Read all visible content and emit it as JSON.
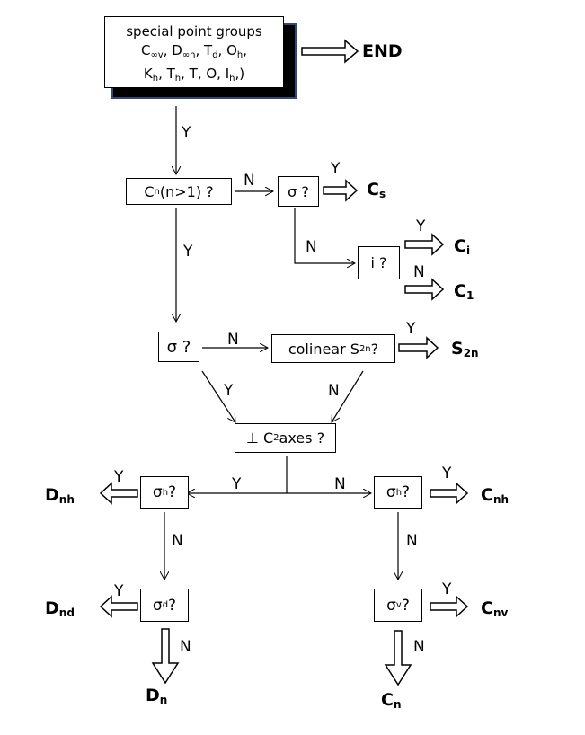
{
  "start": {
    "title": "special point groups",
    "line2": [
      "C",
      "∞v",
      ", D",
      "∞h",
      ", T",
      "d",
      ", O",
      "h",
      ","
    ],
    "line3": [
      "K",
      "h",
      ", T",
      "h",
      ", T, O, I",
      "h",
      ",)"
    ]
  },
  "end_label": "END",
  "q_cn": {
    "pre": "C",
    "sub": "n",
    "post": " (n>1) ?"
  },
  "q_sigma1": "σ ?",
  "q_i": "i ?",
  "q_sigma2": "σ ?",
  "q_s2n": {
    "pre": "colinear S",
    "sub": "2n",
    "post": " ?"
  },
  "q_c2": {
    "pre": "⊥ C",
    "sub": "2",
    "post": " axes ?"
  },
  "q_sigh_left": {
    "pre": "σ",
    "sub": "h",
    "post": " ?"
  },
  "q_sigh_right": {
    "pre": "σ",
    "sub": "h",
    "post": " ?"
  },
  "q_sigd": {
    "pre": "σ",
    "sub": "d",
    "post": " ?"
  },
  "q_sigv": {
    "pre": "σ",
    "sub": "v",
    "post": " ?"
  },
  "results": {
    "cs": {
      "main": "C",
      "sub": "s"
    },
    "ci": {
      "main": "C",
      "sub": "i"
    },
    "c1": {
      "main": "C",
      "sub": "1"
    },
    "s2n": {
      "main": "S",
      "sub": "2n"
    },
    "dnh": {
      "main": "D",
      "sub": "nh"
    },
    "cnh": {
      "main": "C",
      "sub": "nh"
    },
    "dnd": {
      "main": "D",
      "sub": "nd"
    },
    "cnv": {
      "main": "C",
      "sub": "nv"
    },
    "dn": {
      "main": "D",
      "sub": "n"
    },
    "cn": {
      "main": "C",
      "sub": "n"
    }
  },
  "edge_labels": {
    "yes": "Y",
    "no": "N"
  }
}
